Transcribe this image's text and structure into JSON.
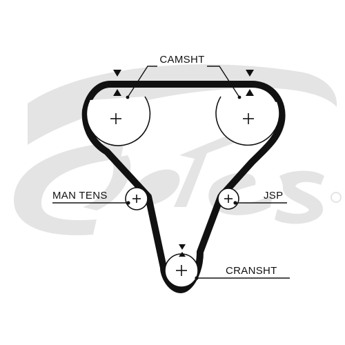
{
  "labels": {
    "camshaft": "CAMSHT",
    "manual_tensioner": "MAN TENS",
    "jockey_pulley": "JSP",
    "crankshaft": "CRANSHT"
  },
  "colors": {
    "ink": "#111111",
    "belt": "#111111",
    "watermark": "#e4e4e4",
    "background": "#ffffff"
  },
  "icons": {
    "watermark": "gates-logo-watermark",
    "timing_mark": "triangle-timing-mark-icon",
    "pulley_center": "plus-center-icon"
  }
}
